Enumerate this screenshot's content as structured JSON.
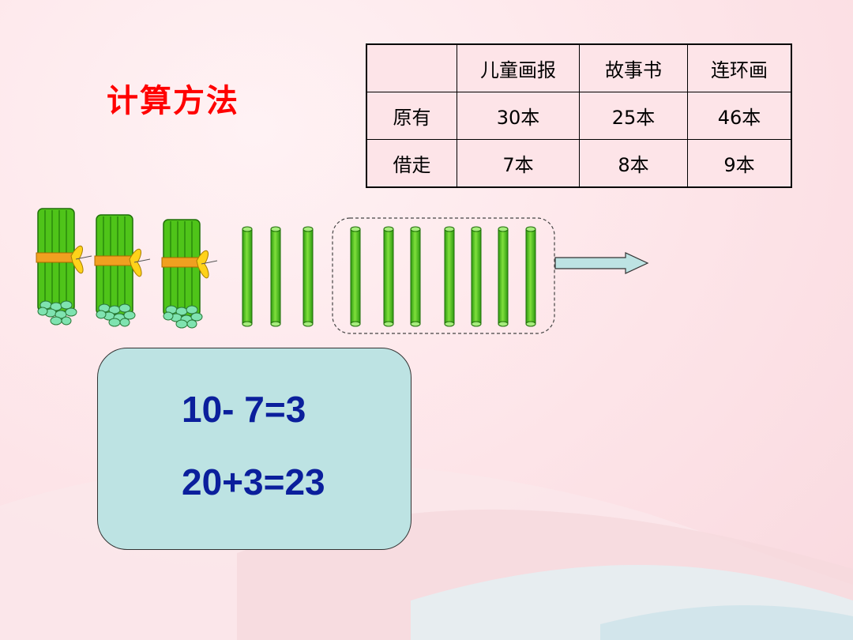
{
  "title": "计算方法",
  "table": {
    "header": [
      "",
      "儿童画报",
      "故事书",
      "连环画"
    ],
    "rows": [
      [
        "原有",
        "30本",
        "25本",
        "46本"
      ],
      [
        "借走",
        "7本",
        "8本",
        "9本"
      ]
    ]
  },
  "equations": [
    "10- 7=3",
    "20+3=23"
  ],
  "colors": {
    "title": "#ff0000",
    "equation": "#0b1f9c",
    "box": "#bde3e3",
    "stick": "#5ccd20"
  }
}
